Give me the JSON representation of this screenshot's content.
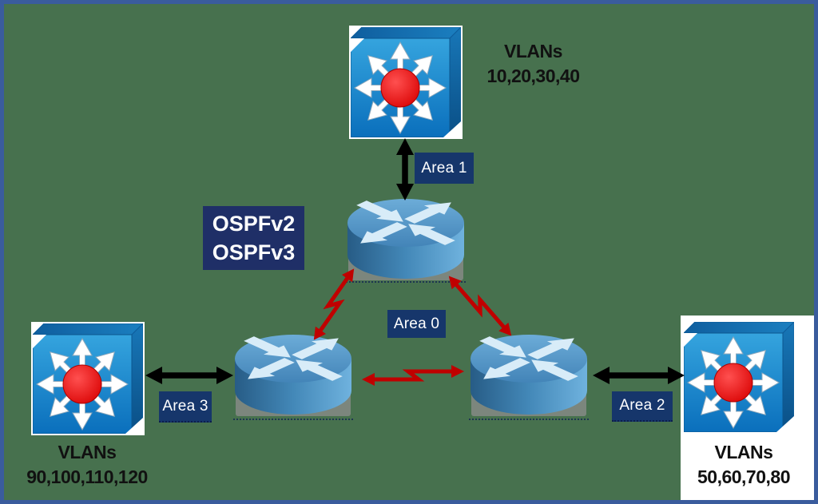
{
  "scene": {
    "background": "#47714E",
    "border_color": "#3A5C9D",
    "image_panel_color": "#FFFFFF"
  },
  "protocol_box": {
    "bg": "#1F2F67",
    "lines": [
      "OSPFv2",
      "OSPFv3"
    ]
  },
  "areas": {
    "bg": "#16366B",
    "area0": {
      "label": "Area 0"
    },
    "area1": {
      "label": "Area 1"
    },
    "area2": {
      "label": "Area 2"
    },
    "area3": {
      "label": "Area 3"
    }
  },
  "vlan_groups": {
    "top": {
      "title": "VLANs",
      "ids": "10,20,30,40"
    },
    "right": {
      "title": "VLANs",
      "ids": "50,60,70,80"
    },
    "left": {
      "title": "VLANs",
      "ids": "90,100,110,120"
    }
  },
  "links": {
    "backbone_color": "#C00000",
    "access_color": "#000000"
  },
  "icons": {
    "switch": "multilayer-switch-icon",
    "router": "router-icon"
  }
}
